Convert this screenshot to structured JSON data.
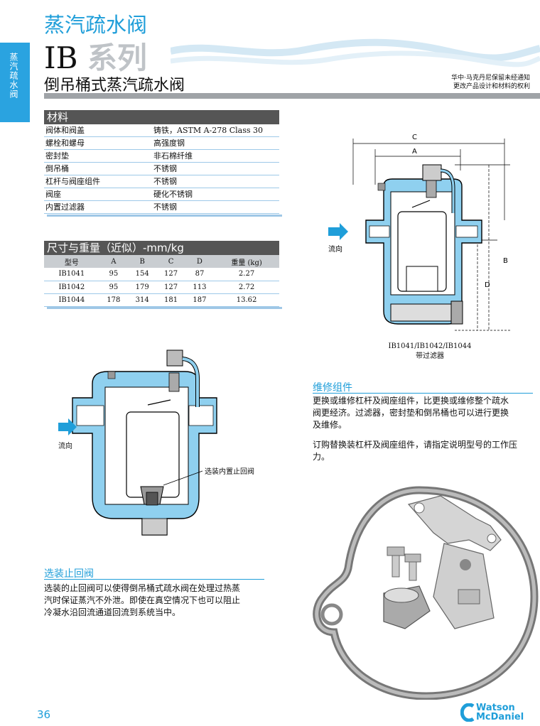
{
  "header": {
    "side_tab": "蒸汽疏水阀",
    "category": "蒸汽疏水阀",
    "series_en": "IB",
    "series_cn": "系列",
    "subtitle": "倒吊桶式蒸汽疏水阀",
    "notice_line1": "华中·马克丹尼保留未经通知",
    "notice_line2": "更改产品设计和材料的权利"
  },
  "materials": {
    "title": "材料",
    "rows": [
      {
        "k": "阀体和阀盖",
        "v": "铸铁，ASTM A-278 Class 30"
      },
      {
        "k": "螺栓和螺母",
        "v": "高强度钢"
      },
      {
        "k": "密封垫",
        "v": "非石棉纤维"
      },
      {
        "k": "倒吊桶",
        "v": "不锈钢"
      },
      {
        "k": "杠杆与阀座组件",
        "v": "不锈钢"
      },
      {
        "k": "阀座",
        "v": "硬化不锈钢"
      },
      {
        "k": "内置过滤器",
        "v": "不锈钢"
      }
    ]
  },
  "dimensions": {
    "title": "尺寸与重量（近似）-mm/kg",
    "headers": [
      "型号",
      "A",
      "B",
      "C",
      "D",
      "重量 (kg)"
    ],
    "rows": [
      [
        "IB1041",
        "95",
        "154",
        "127",
        "87",
        "2.27"
      ],
      [
        "IB1042",
        "95",
        "179",
        "127",
        "113",
        "2.72"
      ],
      [
        "IB1044",
        "178",
        "314",
        "181",
        "187",
        "13.62"
      ]
    ]
  },
  "drawing_top": {
    "label_c": "C",
    "label_a": "A",
    "label_b": "B",
    "label_d": "D",
    "flow": "流向",
    "caption_line1": "IB1041/IB1042/IB1044",
    "caption_line2": "带过滤器"
  },
  "drawing_left": {
    "flow": "流向",
    "callout": "选装内置止回阀"
  },
  "repair": {
    "title": "维修组件",
    "p1_l1": "更换或维修杠杆及阀座组件，比更换或维修整个疏水",
    "p1_l2": "阀更经济。过滤器，密封垫和倒吊桶也可以进行更换",
    "p1_l3": "及维修。",
    "p2_l1": "订购替换装杠杆及阀座组件，请指定说明型号的工作压",
    "p2_l2": "力。"
  },
  "check_valve": {
    "title": "选装止回阀",
    "l1": "选装的止回阀可以使得倒吊桶式疏水阀在处理过热蒸",
    "l2": "汽时保证蒸汽不外泄。即使在真空情况下也可以阻止",
    "l3": "冷凝水沿回流通道回流到系统当中。"
  },
  "footer": {
    "page_number": "36",
    "logo_line1": "Watson",
    "logo_line2": "McDaniel"
  },
  "colors": {
    "accent": "#1f9ed9",
    "body_blue": "#8fd0ef",
    "header_gray": "#555555"
  }
}
